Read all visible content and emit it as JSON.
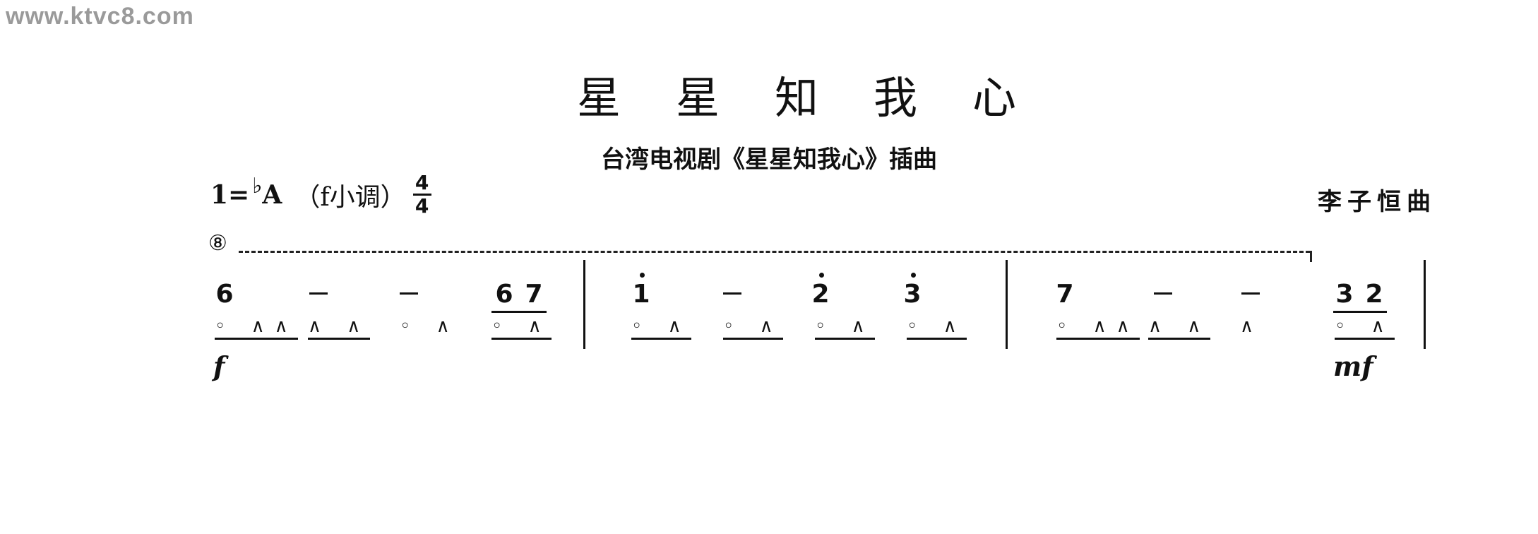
{
  "watermark": "www.ktvc8.com",
  "title": "星星知我心",
  "subtitle": "台湾电视剧《星星知我心》插曲",
  "key": {
    "prefix": "1=",
    "flat": "♭",
    "note": "A",
    "mode": "（f小调）",
    "time_top": "4",
    "time_bottom": "4"
  },
  "composer": "李子恒曲",
  "octave_mark": "⑧",
  "measures": [
    {
      "notes": [
        "6",
        "–",
        "–",
        "6",
        "7"
      ],
      "articulation": [
        "◦ ∧∧",
        "∧ ∧",
        "◦ ∧",
        "◦ ∧"
      ],
      "dynamic": "f"
    },
    {
      "notes": [
        "1",
        "–",
        "2",
        "3"
      ],
      "articulation": [
        "◦ ∧",
        "◦ ∧",
        "◦ ∧",
        "◦ ∧"
      ]
    },
    {
      "notes": [
        "7",
        "–",
        "–",
        "3",
        "2"
      ],
      "articulation": [
        "◦ ∧∧",
        "∧ ∧",
        "∧",
        "◦ ∧"
      ],
      "dynamic": "mf"
    }
  ]
}
